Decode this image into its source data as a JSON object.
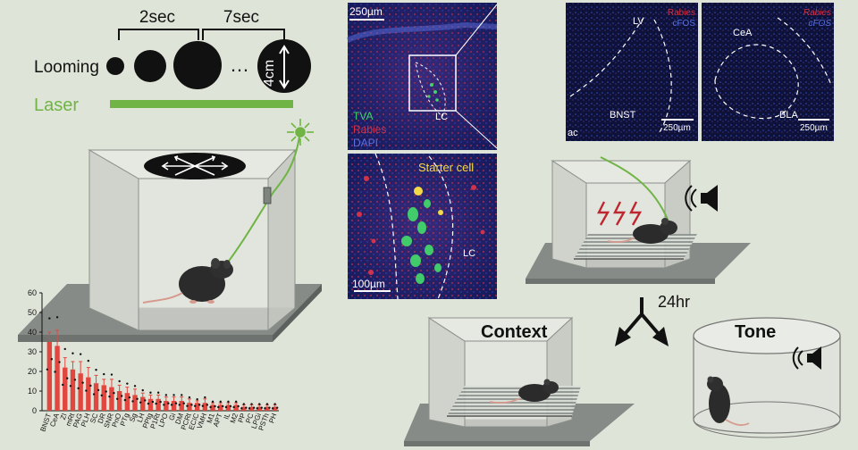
{
  "timeline": {
    "interval_short": "2sec",
    "interval_long": "7sec",
    "looming_label": "Looming",
    "dots": "…",
    "size_label": "4cm",
    "laser_label": "Laser"
  },
  "colors": {
    "background": "#dfe4d8",
    "laser_green": "#6fb444",
    "bar_red": "#e2473f",
    "tissue_blue": "#1a1f6e",
    "rabies_red": "#d2334a",
    "tva_green": "#43d46a",
    "label_yellow": "#f2d94a"
  },
  "histology": {
    "top_panel": {
      "scale": "250µm",
      "legend": [
        "TVA",
        "Rabies",
        "DAPI"
      ],
      "region": "LC"
    },
    "zoom_panel": {
      "title": "Starter cell",
      "region": "LC",
      "scale": "100µm"
    },
    "bnst_panel": {
      "legend": "Rabies",
      "legend2": "cFOS",
      "regions": [
        "LV",
        "BNST",
        "ac"
      ],
      "scale": "250µm"
    },
    "cea_panel": {
      "legend": "Rabies",
      "legend2": "cFOS",
      "regions": [
        "CeA",
        "BLA"
      ],
      "scale": "250µm"
    }
  },
  "conditioning": {
    "delay": "24hr",
    "context_label": "Context",
    "tone_label": "Tone"
  },
  "chart_data": {
    "type": "bar",
    "ylim": [
      0,
      60
    ],
    "yticks": [
      0,
      10,
      20,
      30,
      40,
      50,
      60
    ],
    "categories": [
      "BNST",
      "CeA",
      "ZI",
      "mRt",
      "PAG",
      "PLH",
      "SC",
      "DR",
      "SNR",
      "PnO",
      "PTg",
      "Sg",
      "LH",
      "PPtg",
      "P1Rt",
      "LPO",
      "Gi",
      "DM",
      "PCRt",
      "ECIC",
      "VMH",
      "M1",
      "APT",
      "IL",
      "M2",
      "PP",
      "PC",
      "LPGi",
      "PSTh",
      "PH"
    ],
    "values": [
      35,
      33,
      22,
      21,
      19,
      17,
      14,
      13,
      12,
      10,
      9,
      8,
      7,
      6,
      6,
      5,
      5,
      5,
      4,
      4,
      4,
      3,
      3,
      3,
      3,
      2,
      2,
      2,
      2,
      2
    ],
    "errors": [
      5,
      8,
      5,
      4,
      6,
      5,
      4,
      3,
      4,
      3,
      3,
      3,
      2,
      2,
      2,
      2,
      2,
      2,
      2,
      1,
      2,
      1,
      1,
      1,
      1,
      1,
      1,
      1,
      1,
      1
    ]
  }
}
